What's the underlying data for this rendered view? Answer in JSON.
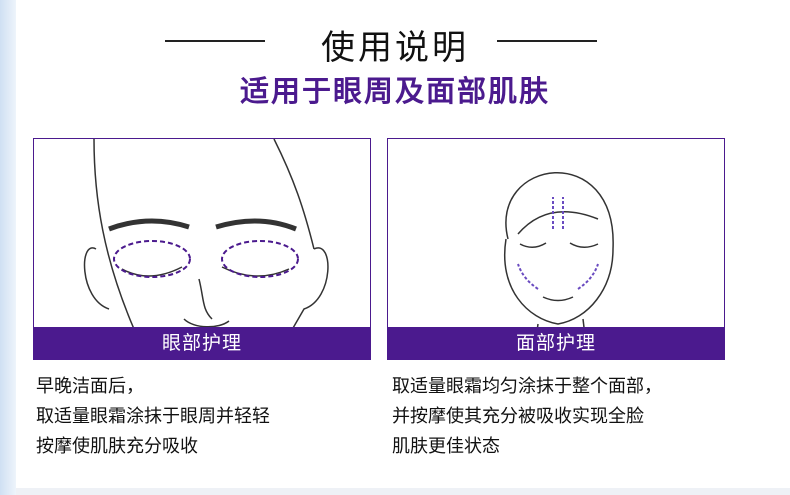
{
  "header": {
    "title": "使用说明",
    "subtitle": "适用于眼周及面部肌肤"
  },
  "colors": {
    "accent": "#4b1a8e"
  },
  "panels": [
    {
      "caption": "眼部护理",
      "lines": [
        "早晚洁面后，",
        "取适量眼霜涂抹于眼周并轻轻",
        "按摩使肌肤充分吸收"
      ]
    },
    {
      "caption": "面部护理",
      "lines": [
        "取适量眼霜均匀涂抹于整个面部，",
        "并按摩使其充分被吸收实现全脸",
        "肌肤更佳状态"
      ]
    }
  ]
}
